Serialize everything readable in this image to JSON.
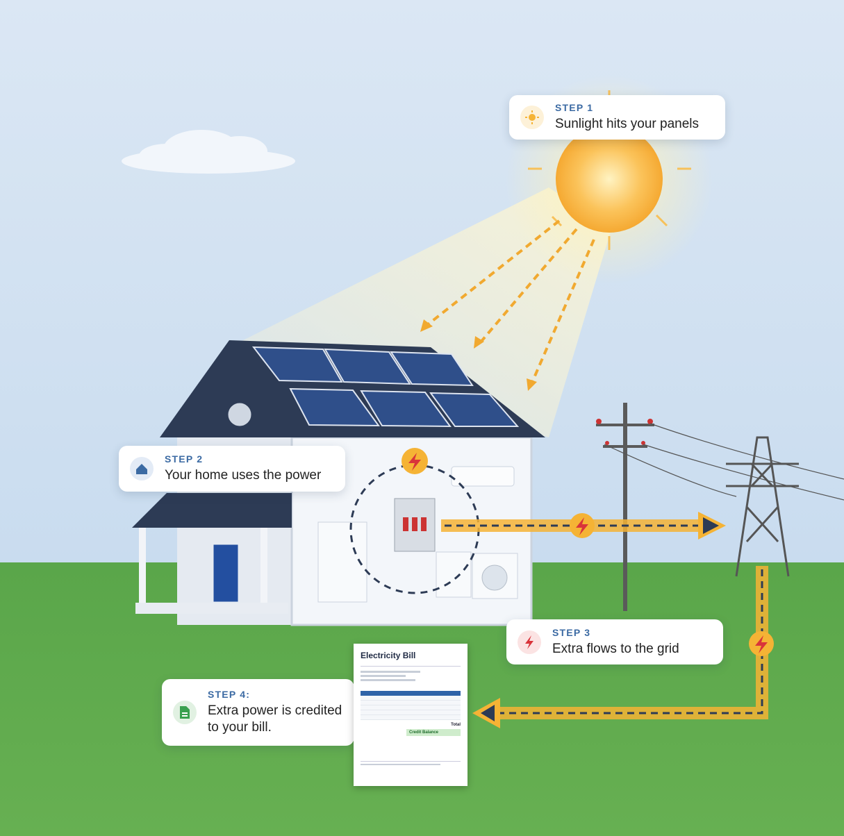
{
  "steps": [
    {
      "label": "STEP 1",
      "text": "Sunlight hits your panels",
      "icon": "sun-icon",
      "color": "#f5b335"
    },
    {
      "label": "STEP 2",
      "text": "Your home uses the power",
      "icon": "home-icon",
      "color": "#3b6aa3"
    },
    {
      "label": "STEP 3",
      "text": "Extra flows to the grid",
      "icon": "lightning-icon",
      "color": "#d9343a"
    },
    {
      "label": "STEP 4:",
      "text": "Extra power is credited to your bill.",
      "icon": "document-icon",
      "color": "#3aa04f"
    }
  ],
  "bill": {
    "title": "Electricity Bill",
    "total_label": "Total",
    "credit_label": "Credit Balance"
  },
  "colors": {
    "sky": "#d6e5f4",
    "ground": "#5fa84e",
    "flow": "#f5b335",
    "roof": "#2d3b55"
  }
}
